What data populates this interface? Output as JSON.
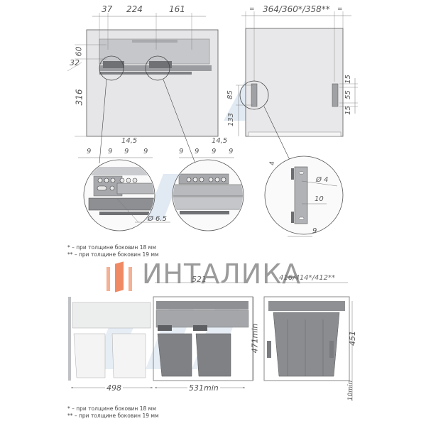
{
  "top_front_view": {
    "dims_horizontal": [
      "37",
      "224",
      "161"
    ],
    "dims_vertical": [
      "60",
      "32",
      "316"
    ]
  },
  "top_side_view": {
    "dim_width": "364/360*/358**",
    "equal_marks": [
      "=",
      "="
    ],
    "dims_right": [
      "15",
      "55",
      "15"
    ],
    "dims_left": [
      "85",
      "133"
    ]
  },
  "detail_left": {
    "dims_top": [
      "9",
      "9",
      "9",
      "9"
    ],
    "dim_pitch": "14,5",
    "dim_hole": "Ø 6.5"
  },
  "detail_middle": {
    "dims_top": [
      "9",
      "9",
      "9",
      "9"
    ],
    "dim_pitch": "14,5"
  },
  "detail_right": {
    "dim_top": "4",
    "dim_hole": "Ø 4",
    "dim_mid": "10",
    "dim_bottom": "9"
  },
  "footnotes_top": {
    "line1": "* – при толщине боковин 18 мм",
    "line2": "** – при толщине боковин 19 мм"
  },
  "logo": {
    "text": "ИНТАЛИКА",
    "accent_color": "#f0a080",
    "text_color": "#8a8a8a"
  },
  "bottom_front_view": {
    "dim_top": "521",
    "dim_extended": "498",
    "dim_cabinet": "531min",
    "dim_height": "471min"
  },
  "bottom_side_view": {
    "dim_width": "416/414*/412**",
    "dim_height": "451",
    "dim_bottom": "10min"
  },
  "footnotes_bottom": {
    "line1": "* – при толщине боковин 18 мм",
    "line2": "** – при толщине боковин 19 мм"
  }
}
